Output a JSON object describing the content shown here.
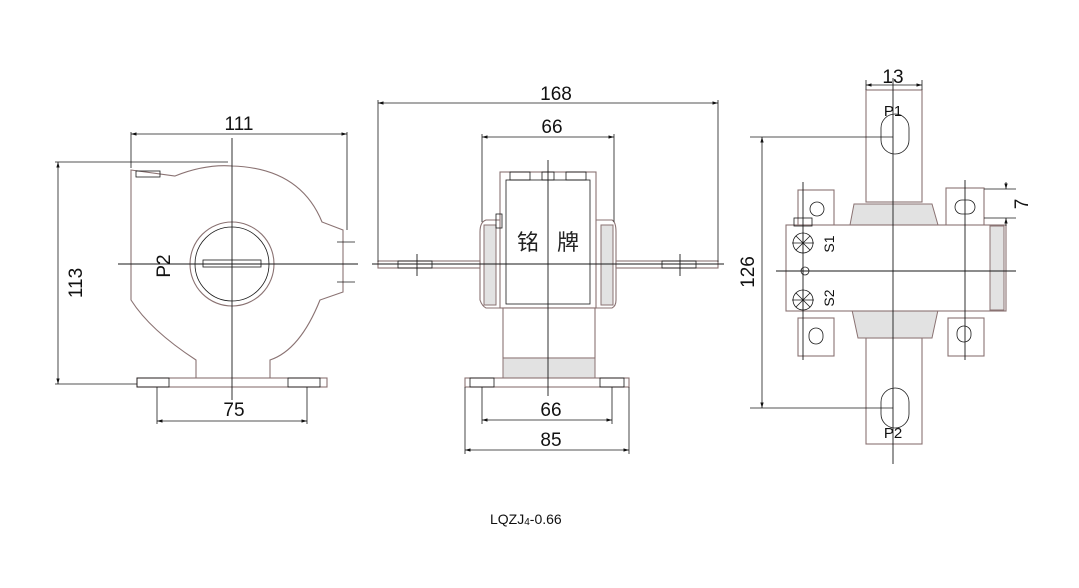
{
  "views": {
    "left": {
      "dim_width": "111",
      "dim_height": "113",
      "dim_base": "75",
      "terminal_label": "P2"
    },
    "front": {
      "dim_overall": "168",
      "dim_top": "66",
      "dim_bottom_inner": "66",
      "dim_bottom_outer": "85",
      "nameplate_left": "铭",
      "nameplate_right": "牌"
    },
    "right": {
      "dim_bar_width": "13",
      "dim_height": "126",
      "dim_small": "7",
      "terminal_top": "P1",
      "terminal_bottom": "P2",
      "secondary_1": "S1",
      "secondary_2": "S2"
    }
  },
  "caption": {
    "main": "LQZJ",
    "sub": "4",
    "suffix": "-0.66"
  }
}
